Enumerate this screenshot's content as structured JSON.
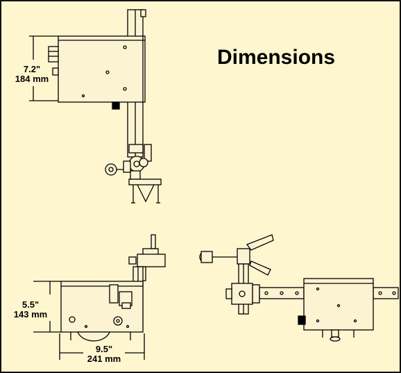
{
  "title": "Dimensions",
  "dimensions": {
    "top_height_in": "7.2\"",
    "top_height_mm": "184 mm",
    "bottom_height_in": "5.5\"",
    "bottom_height_mm": "143 mm",
    "bottom_width_in": "9.5\"",
    "bottom_width_mm": "241 mm"
  },
  "colors": {
    "background": "#fdf6cf",
    "line": "#000000",
    "part_fill": "#fbf3d2"
  }
}
